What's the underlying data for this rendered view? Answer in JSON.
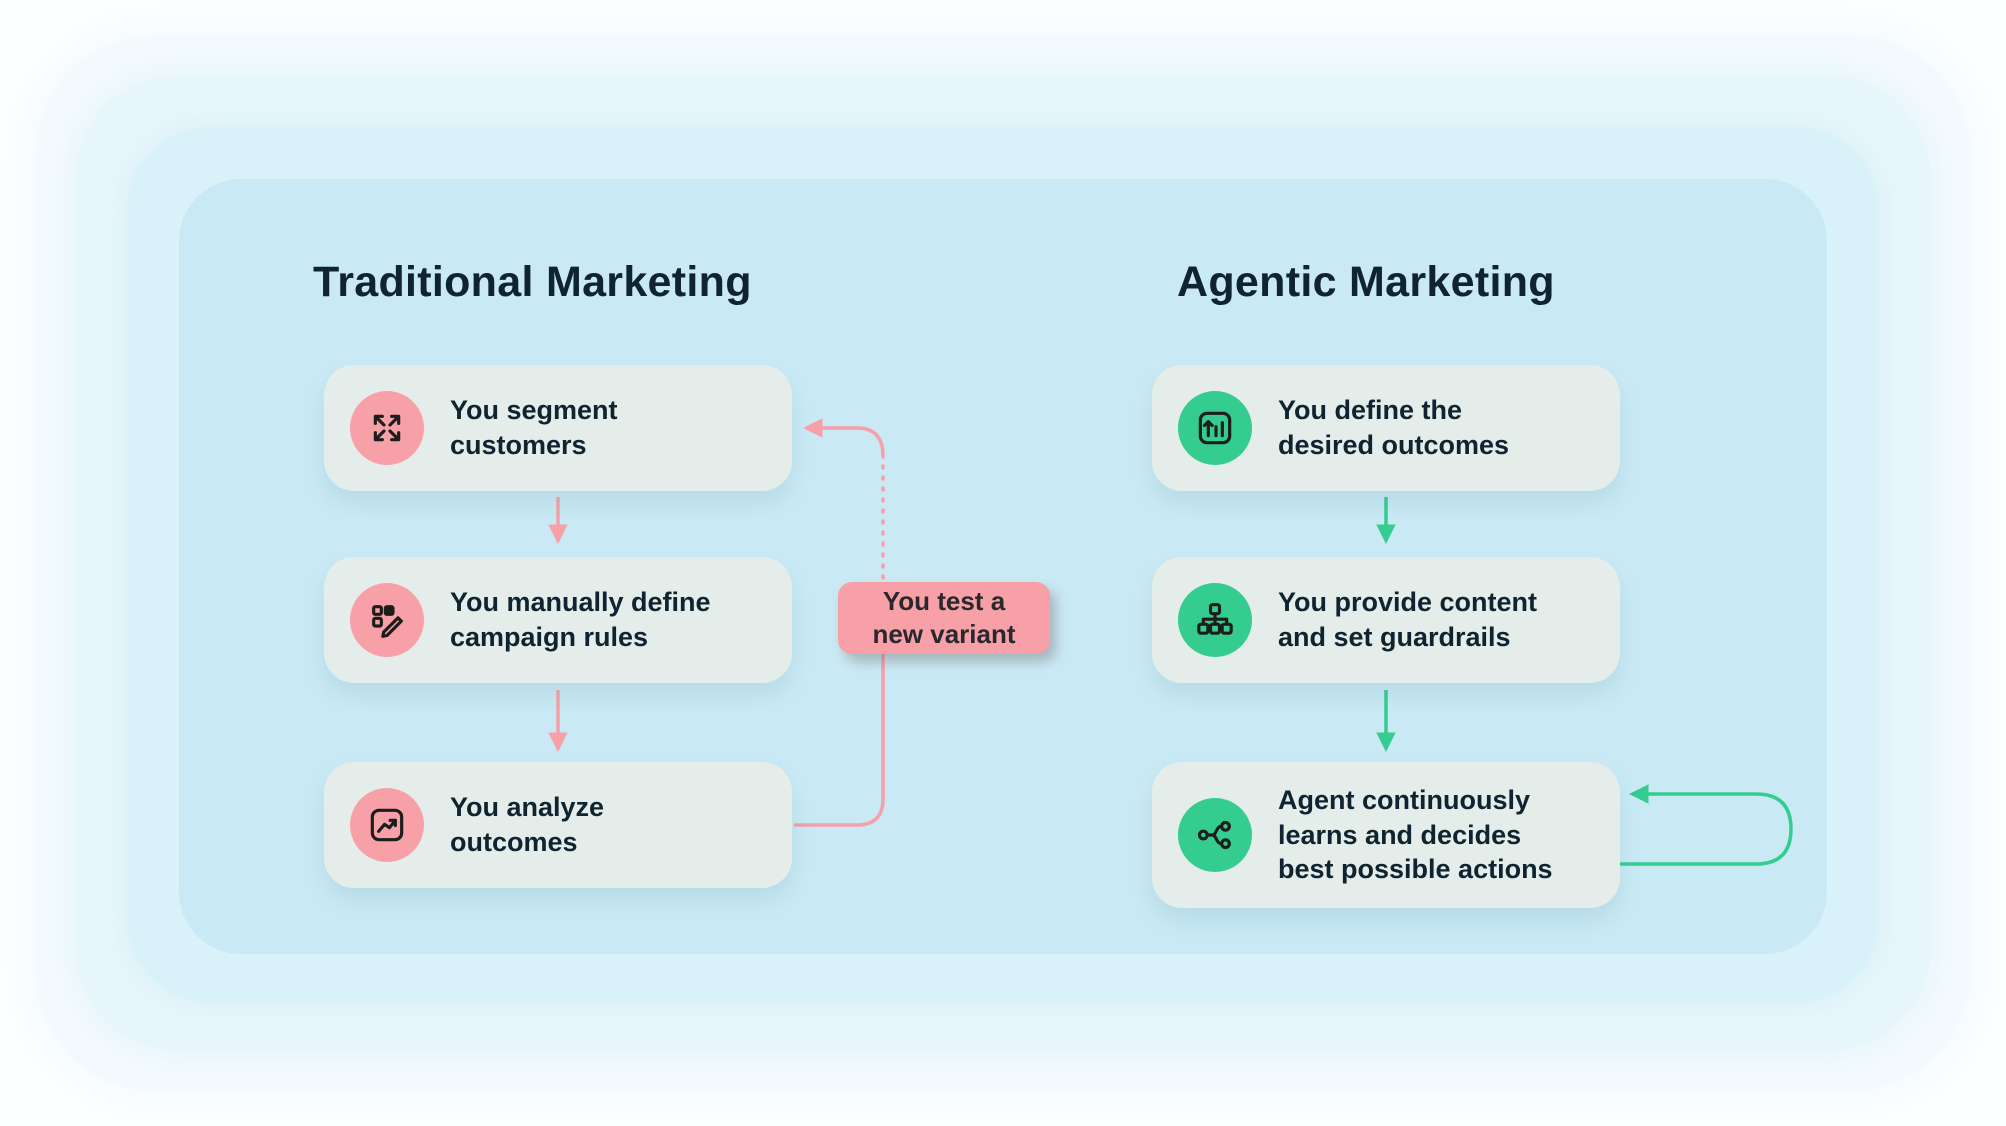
{
  "colors": {
    "pink": "#F8A0A8",
    "green": "#34CD8F",
    "panel": "#C9EAF5",
    "card": "#E4EDE9",
    "text": "#0F2430"
  },
  "left_column": {
    "title": "Traditional Marketing",
    "steps": [
      {
        "label": "You segment\ncustomers",
        "icon": "segment-arrows-icon"
      },
      {
        "label": "You manually define\ncampaign rules",
        "icon": "campaign-rules-icon"
      },
      {
        "label": "You analyze\noutcomes",
        "icon": "analyze-chart-icon"
      }
    ],
    "loop_box": {
      "label": "You test a\nnew variant"
    }
  },
  "right_column": {
    "title": "Agentic Marketing",
    "steps": [
      {
        "label": "You define the\ndesired outcomes",
        "icon": "define-outcomes-icon"
      },
      {
        "label": "You provide content\nand set guardrails",
        "icon": "content-guardrails-icon"
      },
      {
        "label": "Agent continuously\nlearns and decides\nbest possible actions",
        "icon": "agent-learning-icon"
      }
    ]
  }
}
